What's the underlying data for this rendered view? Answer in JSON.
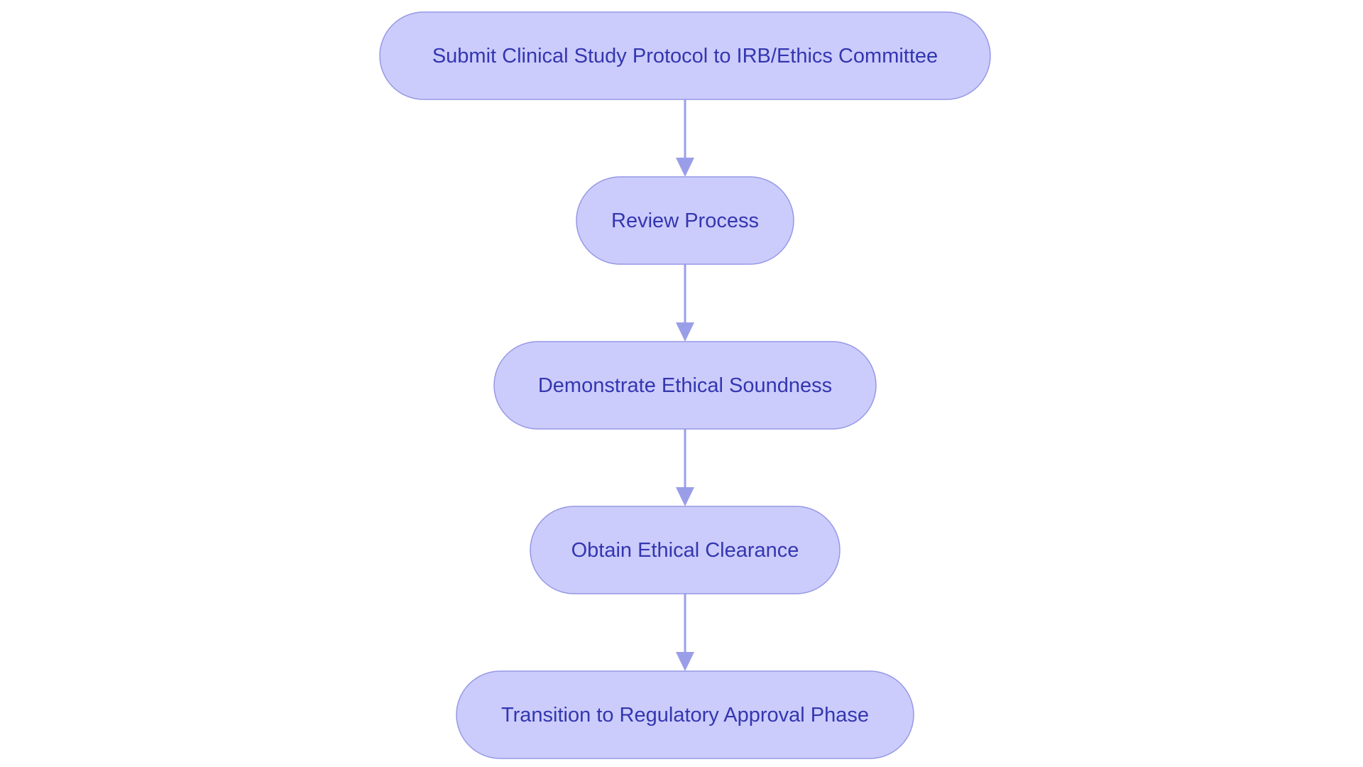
{
  "colors": {
    "node_fill": "#cbccfb",
    "node_border": "#9698e6",
    "node_text": "#3436b0",
    "edge": "#9a9ee8",
    "background": "#ffffff"
  },
  "flowchart": {
    "nodes": [
      {
        "id": "submit-protocol",
        "label": "Submit Clinical Study Protocol to IRB/Ethics Committee"
      },
      {
        "id": "review-process",
        "label": "Review Process"
      },
      {
        "id": "demonstrate-soundness",
        "label": "Demonstrate Ethical Soundness"
      },
      {
        "id": "obtain-clearance",
        "label": "Obtain Ethical Clearance"
      },
      {
        "id": "transition-regulatory",
        "label": "Transition to Regulatory Approval Phase"
      }
    ],
    "edges": [
      {
        "from": "submit-protocol",
        "to": "review-process"
      },
      {
        "from": "review-process",
        "to": "demonstrate-soundness"
      },
      {
        "from": "demonstrate-soundness",
        "to": "obtain-clearance"
      },
      {
        "from": "obtain-clearance",
        "to": "transition-regulatory"
      }
    ]
  }
}
